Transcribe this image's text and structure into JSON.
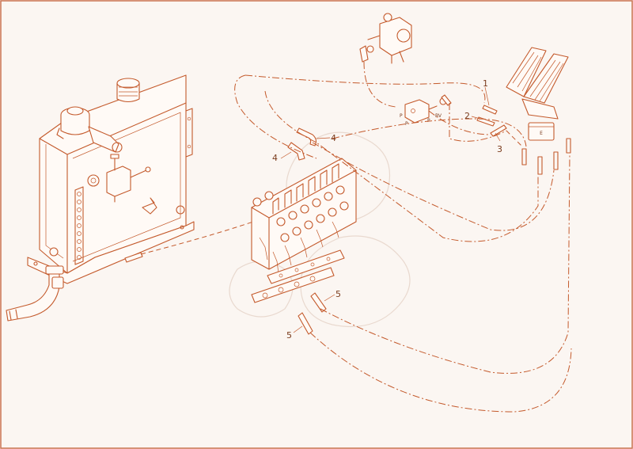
{
  "diagram": {
    "callouts": [
      {
        "id": "1",
        "label": "1"
      },
      {
        "id": "2",
        "label": "2"
      },
      {
        "id": "3",
        "label": "3"
      },
      {
        "id": "4a",
        "label": "4"
      },
      {
        "id": "4b",
        "label": "4"
      },
      {
        "id": "5a",
        "label": "5"
      },
      {
        "id": "5b",
        "label": "5"
      }
    ],
    "port_labels": {
      "p1": "P",
      "p2": "P",
      "p3": "P",
      "bv": "BV"
    },
    "colors": {
      "line": "#c45a2c",
      "background": "#fbf6f2",
      "frame": "#c9704f"
    }
  }
}
